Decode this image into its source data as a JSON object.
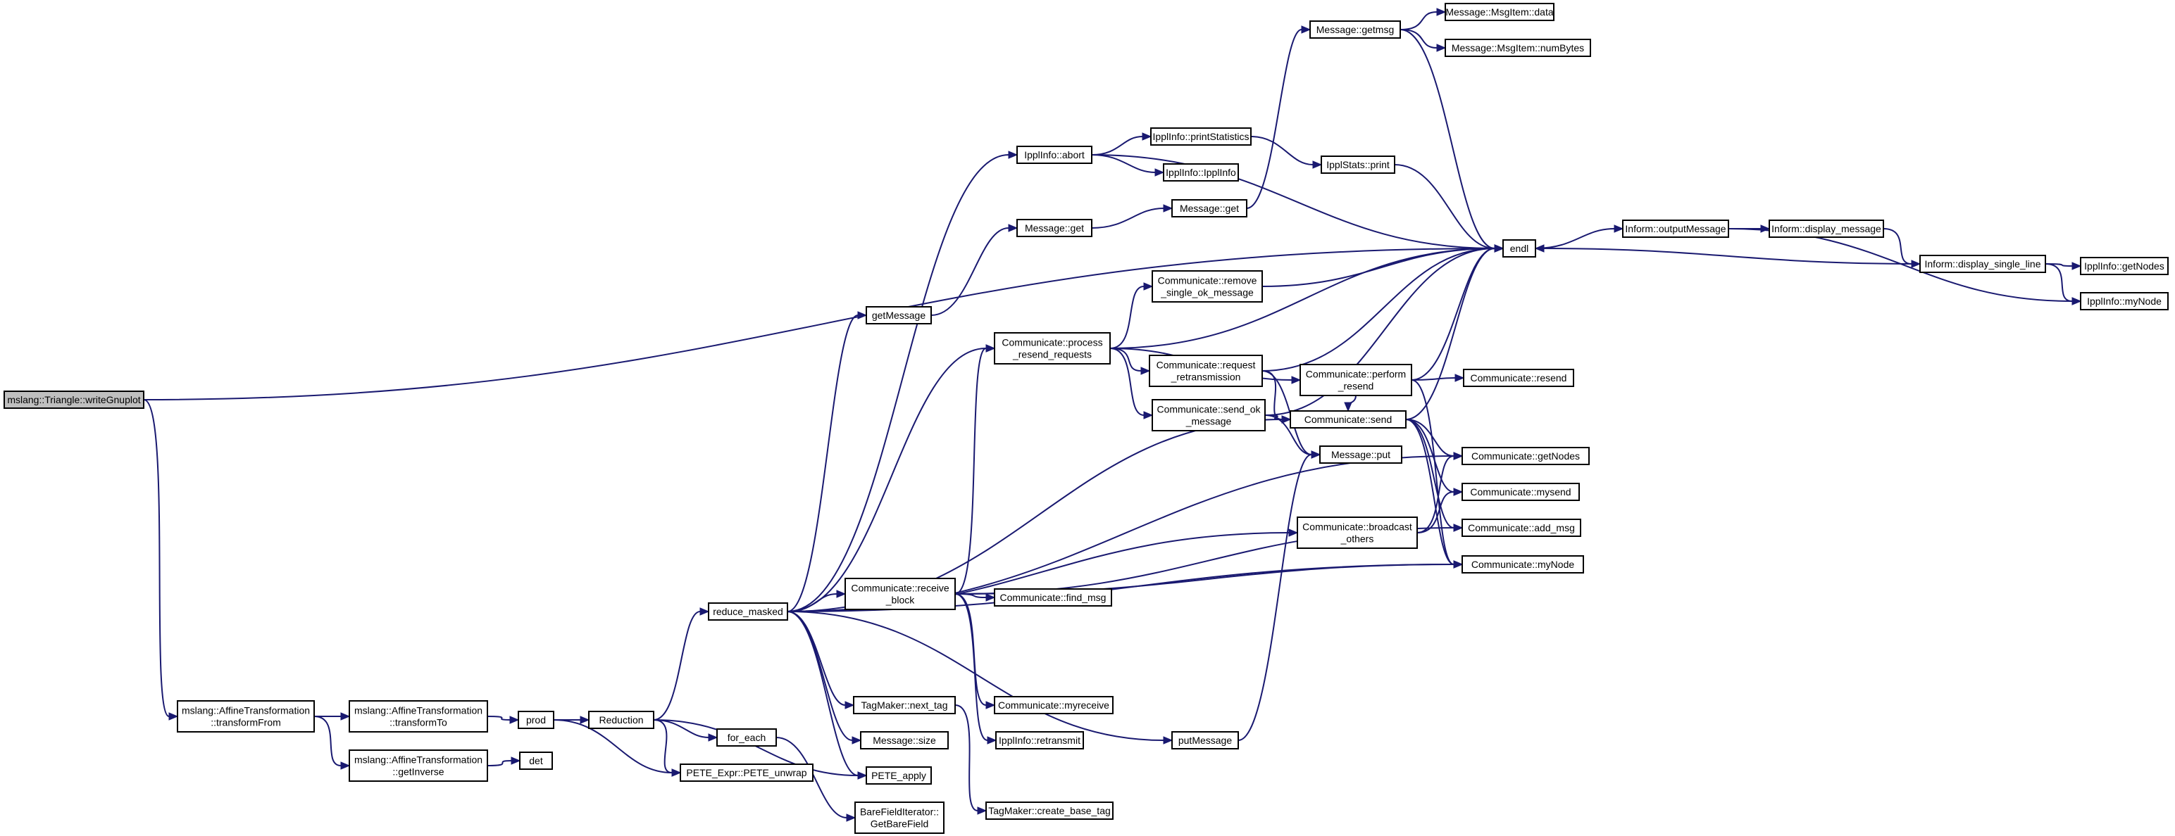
{
  "graph": {
    "root": "wg",
    "nodes": [
      {
        "id": "wg",
        "lines": [
          "mslang::Triangle::writeGnuplot"
        ]
      },
      {
        "id": "atf",
        "lines": [
          "mslang::AffineTransformation",
          "::transformFrom"
        ]
      },
      {
        "id": "att",
        "lines": [
          "mslang::AffineTransformation",
          "::transformTo"
        ]
      },
      {
        "id": "agi",
        "lines": [
          "mslang::AffineTransformation",
          "::getInverse"
        ]
      },
      {
        "id": "prod",
        "lines": [
          "prod"
        ]
      },
      {
        "id": "det",
        "lines": [
          "det"
        ]
      },
      {
        "id": "red",
        "lines": [
          "Reduction"
        ]
      },
      {
        "id": "fe",
        "lines": [
          "for_each"
        ]
      },
      {
        "id": "pepu",
        "lines": [
          "PETE_Expr::PETE_unwrap"
        ]
      },
      {
        "id": "bfi",
        "lines": [
          "BareFieldIterator::",
          "GetBareField"
        ]
      },
      {
        "id": "rm",
        "lines": [
          "reduce_masked"
        ]
      },
      {
        "id": "gm",
        "lines": [
          "getMessage"
        ]
      },
      {
        "id": "mget",
        "lines": [
          "Message::get"
        ]
      },
      {
        "id": "mget2",
        "lines": [
          "Message::get"
        ]
      },
      {
        "id": "abort",
        "lines": [
          "IpplInfo::abort"
        ]
      },
      {
        "id": "ips",
        "lines": [
          "IpplInfo::printStatistics"
        ]
      },
      {
        "id": "ipi",
        "lines": [
          "IpplInfo::IpplInfo"
        ]
      },
      {
        "id": "isp",
        "lines": [
          "IpplStats::print"
        ]
      },
      {
        "id": "mgm",
        "lines": [
          "Message::getmsg"
        ]
      },
      {
        "id": "mid",
        "lines": [
          "Message::MsgItem::data"
        ]
      },
      {
        "id": "mnb",
        "lines": [
          "Message::MsgItem::numBytes"
        ]
      },
      {
        "id": "endl",
        "lines": [
          "endl"
        ]
      },
      {
        "id": "iom",
        "lines": [
          "Inform::outputMessage"
        ]
      },
      {
        "id": "idm",
        "lines": [
          "Inform::display_message"
        ]
      },
      {
        "id": "idsl",
        "lines": [
          "Inform::display_single_line"
        ]
      },
      {
        "id": "igN",
        "lines": [
          "IpplInfo::getNodes"
        ]
      },
      {
        "id": "imN",
        "lines": [
          "IpplInfo::myNode"
        ]
      },
      {
        "id": "cprr",
        "lines": [
          "Communicate::process",
          "_resend_requests"
        ]
      },
      {
        "id": "crso",
        "lines": [
          "Communicate::remove",
          "_single_ok_message"
        ]
      },
      {
        "id": "crr",
        "lines": [
          "Communicate::request",
          "_retransmission"
        ]
      },
      {
        "id": "cso",
        "lines": [
          "Communicate::send_ok",
          "_message"
        ]
      },
      {
        "id": "cpr",
        "lines": [
          "Communicate::perform",
          "_resend"
        ]
      },
      {
        "id": "cres",
        "lines": [
          "Communicate::resend"
        ]
      },
      {
        "id": "csend",
        "lines": [
          "Communicate::send"
        ]
      },
      {
        "id": "mput",
        "lines": [
          "Message::put"
        ]
      },
      {
        "id": "cgn",
        "lines": [
          "Communicate::getNodes"
        ]
      },
      {
        "id": "cms",
        "lines": [
          "Communicate::mysend"
        ]
      },
      {
        "id": "cam",
        "lines": [
          "Communicate::add_msg"
        ]
      },
      {
        "id": "cmn",
        "lines": [
          "Communicate::myNode"
        ]
      },
      {
        "id": "cbo",
        "lines": [
          "Communicate::broadcast",
          "_others"
        ]
      },
      {
        "id": "crb",
        "lines": [
          "Communicate::receive",
          "_block"
        ]
      },
      {
        "id": "cfm",
        "lines": [
          "Communicate::find_msg"
        ]
      },
      {
        "id": "cmr",
        "lines": [
          "Communicate::myreceive"
        ]
      },
      {
        "id": "iret",
        "lines": [
          "IpplInfo::retransmit"
        ]
      },
      {
        "id": "tnt",
        "lines": [
          "TagMaker::next_tag"
        ]
      },
      {
        "id": "tcb",
        "lines": [
          "TagMaker::create_base_tag"
        ]
      },
      {
        "id": "msz",
        "lines": [
          "Message::size"
        ]
      },
      {
        "id": "pa",
        "lines": [
          "PETE_apply"
        ]
      },
      {
        "id": "pm",
        "lines": [
          "putMessage"
        ]
      }
    ],
    "edges": [
      [
        "wg",
        "endl"
      ],
      [
        "wg",
        "atf"
      ],
      [
        "atf",
        "att"
      ],
      [
        "atf",
        "agi"
      ],
      [
        "att",
        "prod"
      ],
      [
        "agi",
        "det"
      ],
      [
        "prod",
        "red"
      ],
      [
        "prod",
        "pepu"
      ],
      [
        "red",
        "rm"
      ],
      [
        "red",
        "fe"
      ],
      [
        "red",
        "pepu"
      ],
      [
        "red",
        "pa"
      ],
      [
        "fe",
        "bfi"
      ],
      [
        "rm",
        "gm"
      ],
      [
        "rm",
        "abort"
      ],
      [
        "rm",
        "cprr"
      ],
      [
        "rm",
        "csend"
      ],
      [
        "rm",
        "cgn"
      ],
      [
        "rm",
        "cbo"
      ],
      [
        "rm",
        "crb"
      ],
      [
        "rm",
        "cmn"
      ],
      [
        "rm",
        "tnt"
      ],
      [
        "rm",
        "msz"
      ],
      [
        "rm",
        "pa"
      ],
      [
        "rm",
        "pm"
      ],
      [
        "gm",
        "mget"
      ],
      [
        "mget",
        "mget2"
      ],
      [
        "mget2",
        "mgm"
      ],
      [
        "mgm",
        "mid"
      ],
      [
        "mgm",
        "mnb"
      ],
      [
        "mgm",
        "endl"
      ],
      [
        "abort",
        "ips"
      ],
      [
        "abort",
        "ipi"
      ],
      [
        "abort",
        "endl"
      ],
      [
        "ips",
        "isp"
      ],
      [
        "isp",
        "endl"
      ],
      [
        "cprr",
        "crso"
      ],
      [
        "cprr",
        "crr"
      ],
      [
        "cprr",
        "cso"
      ],
      [
        "cprr",
        "cpr"
      ],
      [
        "cprr",
        "endl"
      ],
      [
        "crso",
        "endl"
      ],
      [
        "crr",
        "endl"
      ],
      [
        "crr",
        "csend"
      ],
      [
        "crr",
        "mput"
      ],
      [
        "cso",
        "endl"
      ],
      [
        "cso",
        "csend"
      ],
      [
        "cso",
        "mput"
      ],
      [
        "cpr",
        "cres"
      ],
      [
        "cpr",
        "csend"
      ],
      [
        "cpr",
        "endl"
      ],
      [
        "cpr",
        "cmn"
      ],
      [
        "csend",
        "endl"
      ],
      [
        "csend",
        "cgn"
      ],
      [
        "csend",
        "cms"
      ],
      [
        "csend",
        "cam"
      ],
      [
        "csend",
        "cmn"
      ],
      [
        "cbo",
        "cgn"
      ],
      [
        "cbo",
        "cms"
      ],
      [
        "crb",
        "cprr"
      ],
      [
        "crb",
        "cfm"
      ],
      [
        "crb",
        "cam"
      ],
      [
        "crb",
        "cmr"
      ],
      [
        "crb",
        "iret"
      ],
      [
        "crb",
        "cmn"
      ],
      [
        "tnt",
        "tcb"
      ],
      [
        "pm",
        "mput"
      ],
      [
        "endl",
        "iom"
      ],
      [
        "iom",
        "idm"
      ],
      [
        "iom",
        "imN"
      ],
      [
        "idm",
        "idsl"
      ],
      [
        "idsl",
        "endl"
      ],
      [
        "idsl",
        "igN"
      ],
      [
        "idsl",
        "imN"
      ]
    ]
  }
}
